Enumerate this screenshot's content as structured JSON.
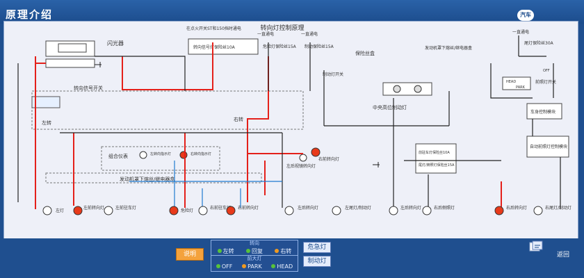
{
  "header": {
    "title": "原理介绍",
    "logo_text": "汽车"
  },
  "diagram": {
    "title": "转向灯控制原理",
    "labels": {
      "flasher": "闪光器",
      "fuse_top_note": "在点火开关ST和150挡时通电",
      "fuse_turn": "转向信号灯保险丝10A",
      "always_power_1": "一直通电",
      "always_power_2": "一直通电",
      "always_power_3": "一直通电",
      "hazard_fuse": "危险灯保险丝15A",
      "brake_fuse": "制动保险丝15A",
      "fuse_box": "保险丝盒",
      "brake_switch": "制动灯开关",
      "turn_switch": "转向信号开关",
      "lock_motor": "中央高位制动灯",
      "engine_fuse_box": "发动机罩下熔丝/继电器盒",
      "tail_fuse": "尾灯保险丝30A",
      "headlight_switch": "前照灯开关",
      "body_control": "车身控制模块",
      "auto_light": "自动前照灯控制模块",
      "front_park_fuse": "前驻车灯保险丝10A",
      "rear_park_fuse": "尾灯/牌照灯保险丝15A",
      "combo_meter": "组合仪表",
      "left_turn_ind": "左转向指示灯",
      "right_turn_ind": "右转向指示灯",
      "engine_fuse_lower": "发动机罩下熔丝/继电器盒",
      "left_mirror_lamp": "左后视镜转向灯",
      "right_front_turn": "右前转向灯",
      "left_lamp": "左灯",
      "left_front_turn": "左前转向灯",
      "left_front_park": "左前驻车灯",
      "hazard_lamp": "危险灯",
      "right_front_park": "右前驻车灯",
      "right_front_turn_b": "右前转向灯",
      "left_rear_turn": "左后转向灯",
      "left_tail": "左尾灯/制动灯",
      "left_rear_turn_b": "左后转向灯",
      "right_rear_side": "右后侧照灯",
      "right_rear_turn": "右后转向灯",
      "right_tail": "右尾灯/制动灯",
      "mode_left": "左转",
      "mode_right": "右转",
      "head": "HEAD",
      "park": "PARK",
      "off": "OFF"
    }
  },
  "controls": {
    "explain_button": "说明",
    "turn_group_caption": "转向",
    "turn_options": [
      {
        "label": "左转",
        "color": "#58c23a"
      },
      {
        "label": "回复",
        "color": "#58c23a"
      },
      {
        "label": "右转",
        "color": "#f09a20"
      }
    ],
    "light_group_caption": "前大灯",
    "light_options": [
      {
        "label": "OFF",
        "color": "#58c23a"
      },
      {
        "label": "PARK",
        "color": "#f09a20"
      },
      {
        "label": "HEAD",
        "color": "#58c23a"
      }
    ],
    "hazard_button": "危急灯",
    "brake_button": "制动灯",
    "exit_label": "返回"
  }
}
